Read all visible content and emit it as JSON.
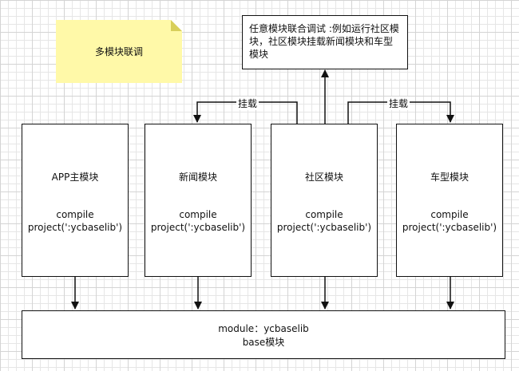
{
  "note": "多模块联调",
  "top_box": "任意模块联合调试 :例如运行社区模块，社区模块挂载新闻模块和车型模块",
  "mount_label": "挂载",
  "modules": [
    {
      "title": "APP主模块",
      "dep_line1": "compile",
      "dep_line2": "project(':ycbaselib')"
    },
    {
      "title": "新闻模块",
      "dep_line1": "compile",
      "dep_line2": "project(':ycbaselib')"
    },
    {
      "title": "社区模块",
      "dep_line1": "compile",
      "dep_line2": "project(':ycbaselib')"
    },
    {
      "title": "车型模块",
      "dep_line1": "compile",
      "dep_line2": "project(':ycbaselib')"
    }
  ],
  "base": {
    "line1": "module：ycbaselib",
    "line2": "base模块"
  }
}
